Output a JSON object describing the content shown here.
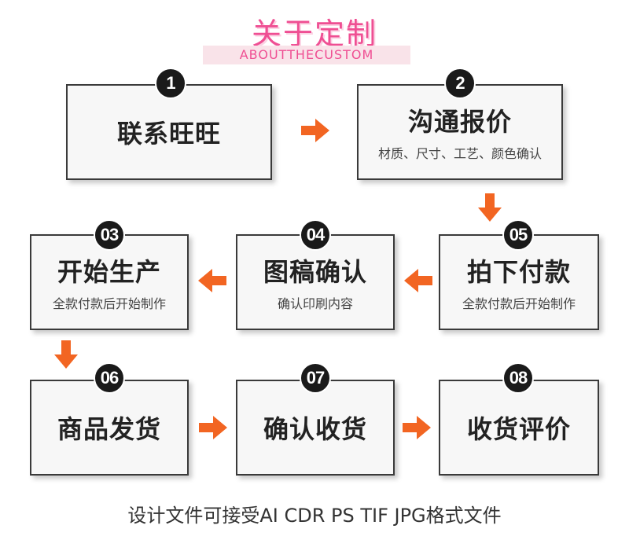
{
  "header": {
    "title_cn": "关于定制",
    "title_en": "ABOUTTHECUSTOM"
  },
  "steps": [
    {
      "badge": "1",
      "label": "联系旺旺",
      "sub": ""
    },
    {
      "badge": "2",
      "label": "沟通报价",
      "sub": "材质、尺寸、工艺、颜色确认"
    },
    {
      "badge": "03",
      "label": "开始生产",
      "sub": "全款付款后开始制作"
    },
    {
      "badge": "04",
      "label": "图稿确认",
      "sub": "确认印刷内容"
    },
    {
      "badge": "05",
      "label": "拍下付款",
      "sub": "全款付款后开始制作"
    },
    {
      "badge": "06",
      "label": "商品发货",
      "sub": ""
    },
    {
      "badge": "07",
      "label": "确认收货",
      "sub": ""
    },
    {
      "badge": "08",
      "label": "收货评价",
      "sub": ""
    }
  ],
  "footer": {
    "text": "设计文件可接受AI CDR PS TIF JPG格式文件"
  },
  "colors": {
    "arrow": "#f26522",
    "title": "#ef4f93",
    "badge": "#1a1a1a",
    "box_border": "#3a3a3a",
    "box_fill": "#f7f7f7"
  }
}
